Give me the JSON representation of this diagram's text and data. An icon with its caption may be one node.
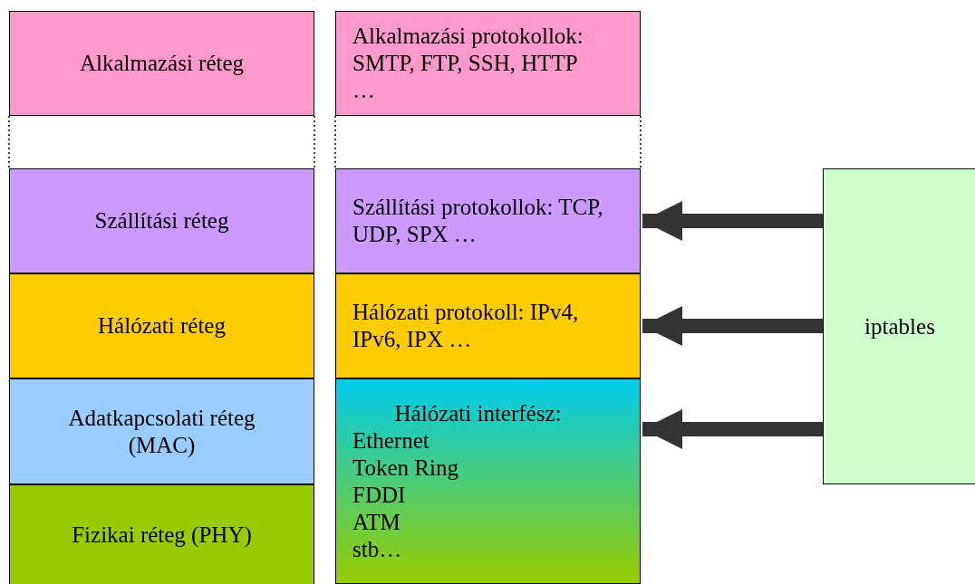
{
  "diagram": {
    "nodes": [
      {
        "text": [
          "Alkalmazási réteg"
        ]
      },
      {
        "text": [
          "Alkalmazási protokollok: SMTP, FTP, SSH, HTTP …"
        ]
      },
      {
        "text": [
          "Szállítási réteg"
        ]
      },
      {
        "text": [
          "Szállítási protokollok: TCP, UDP, SPX …"
        ]
      },
      {
        "text": [
          "Hálózati réteg"
        ]
      },
      {
        "text": [
          "Hálózati protokoll: IPv4, IPv6, IPX …"
        ]
      },
      {
        "text": [
          "Adatkapcsolati réteg (MAC)"
        ]
      },
      {
        "text": [
          "Hálózati interfész:",
          "Ethernet",
          "Token Ring",
          "FDDI",
          "ATM",
          "stb…"
        ]
      },
      {
        "text": [
          "Fizikai réteg (PHY)"
        ]
      },
      {
        "text": [
          "iptables"
        ]
      }
    ],
    "edges": [
      {
        "from": 9,
        "to": 3,
        "arrow": "to"
      },
      {
        "from": 9,
        "to": 5,
        "arrow": "to"
      },
      {
        "from": 9,
        "to": 7,
        "arrow": "to"
      }
    ]
  }
}
